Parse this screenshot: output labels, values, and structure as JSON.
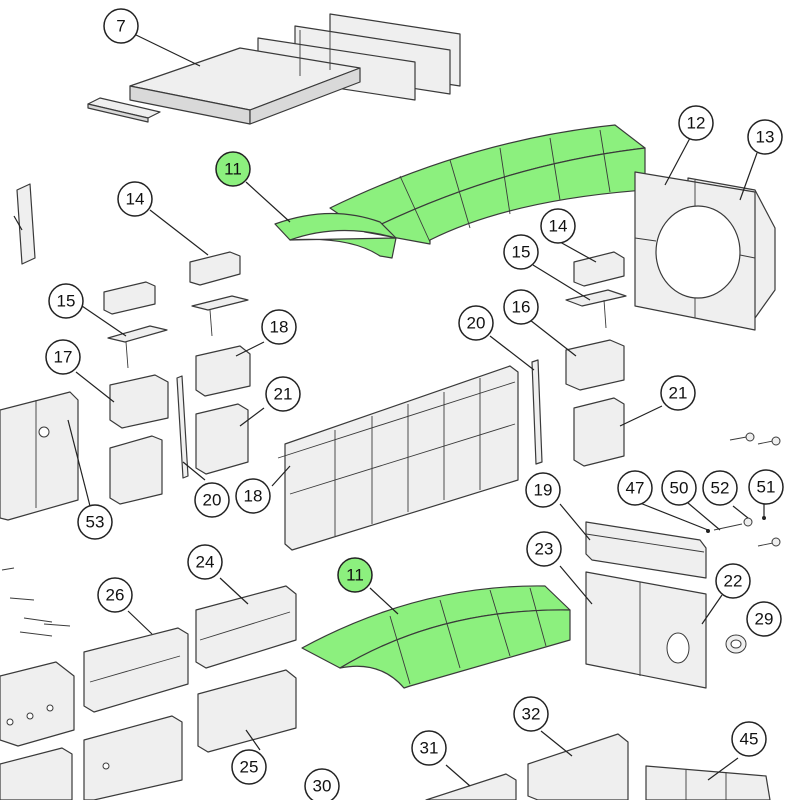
{
  "highlight_color": "#8cf07e",
  "part_fill": "#efefef",
  "callouts": [
    {
      "id": "c7",
      "label": "7",
      "highlighted": false
    },
    {
      "id": "c11a",
      "label": "11",
      "highlighted": true
    },
    {
      "id": "c12",
      "label": "12",
      "highlighted": false
    },
    {
      "id": "c13",
      "label": "13",
      "highlighted": false
    },
    {
      "id": "c14a",
      "label": "14",
      "highlighted": false
    },
    {
      "id": "c14b",
      "label": "14",
      "highlighted": false
    },
    {
      "id": "c15a",
      "label": "15",
      "highlighted": false
    },
    {
      "id": "c15b",
      "label": "15",
      "highlighted": false
    },
    {
      "id": "c16",
      "label": "16",
      "highlighted": false
    },
    {
      "id": "c17",
      "label": "17",
      "highlighted": false
    },
    {
      "id": "c18a",
      "label": "18",
      "highlighted": false
    },
    {
      "id": "c18b",
      "label": "18",
      "highlighted": false
    },
    {
      "id": "c20a",
      "label": "20",
      "highlighted": false
    },
    {
      "id": "c20b",
      "label": "20",
      "highlighted": false
    },
    {
      "id": "c21a",
      "label": "21",
      "highlighted": false
    },
    {
      "id": "c21b",
      "label": "21",
      "highlighted": false
    },
    {
      "id": "c53",
      "label": "53",
      "highlighted": false
    },
    {
      "id": "c19",
      "label": "19",
      "highlighted": false
    },
    {
      "id": "c47",
      "label": "47",
      "highlighted": false
    },
    {
      "id": "c50",
      "label": "50",
      "highlighted": false
    },
    {
      "id": "c52",
      "label": "52",
      "highlighted": false
    },
    {
      "id": "c51",
      "label": "51",
      "highlighted": false
    },
    {
      "id": "c23",
      "label": "23",
      "highlighted": false
    },
    {
      "id": "c22",
      "label": "22",
      "highlighted": false
    },
    {
      "id": "c29",
      "label": "29",
      "highlighted": false
    },
    {
      "id": "c24",
      "label": "24",
      "highlighted": false
    },
    {
      "id": "c26",
      "label": "26",
      "highlighted": false
    },
    {
      "id": "c11b",
      "label": "11",
      "highlighted": true
    },
    {
      "id": "c25",
      "label": "25",
      "highlighted": false
    },
    {
      "id": "c30",
      "label": "30",
      "highlighted": false
    },
    {
      "id": "c31",
      "label": "31",
      "highlighted": false
    },
    {
      "id": "c32",
      "label": "32",
      "highlighted": false
    },
    {
      "id": "c45",
      "label": "45",
      "highlighted": false
    }
  ]
}
